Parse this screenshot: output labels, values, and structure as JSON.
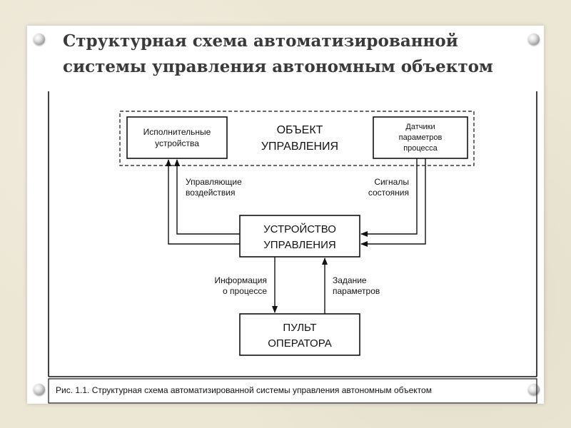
{
  "slide": {
    "title_line1": "Структурная схема автоматизированной",
    "title_line2": "системы управления автономным объектом"
  },
  "diagram": {
    "object_title_line1": "ОБЪЕКТ",
    "object_title_line2": "УПРАВЛЕНИЯ",
    "actuators_line1": "Исполнительные",
    "actuators_line2": "устройства",
    "sensors_line1": "Датчики",
    "sensors_line2": "параметров",
    "sensors_line3": "процесса",
    "control_signals_line1": "Управляющие",
    "control_signals_line2": "воздействия",
    "state_signals_line1": "Сигналы",
    "state_signals_line2": "состояния",
    "controller_line1": "УСТРОЙСТВО",
    "controller_line2": "УПРАВЛЕНИЯ",
    "process_info_line1": "Информация",
    "process_info_line2": "о процессе",
    "params_setting_line1": "Задание",
    "params_setting_line2": "параметров",
    "console_line1": "ПУЛЬТ",
    "console_line2": "ОПЕРАТОРА",
    "caption": "Рис. 1.1. Структурная схема автоматизированной системы управления автономным объектом"
  }
}
